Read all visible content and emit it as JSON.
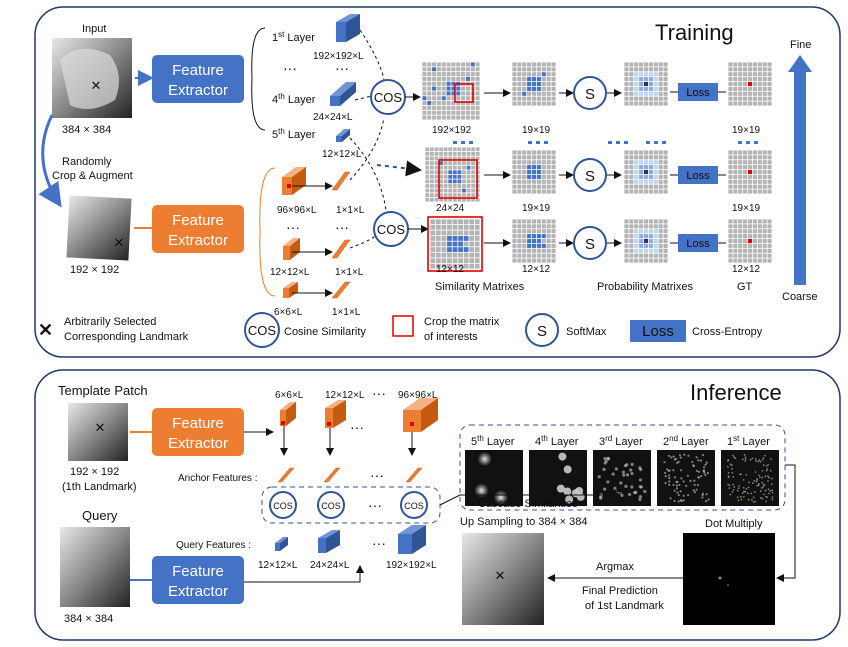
{
  "training": {
    "title": "Training",
    "input_label": "Input",
    "input_size": "384 × 384",
    "crop_label_1": "Randomly",
    "crop_label_2": "Crop & Augment",
    "crop_size": "192 × 192",
    "feature_extractor_1": "Feature",
    "feature_extractor_2": "Extractor",
    "layers": [
      {
        "name_base": "1",
        "name_sup": "st",
        "name_rest": " Layer",
        "size": "192×192×L"
      },
      {
        "name_base": "4",
        "name_sup": "th",
        "name_rest": " Layer",
        "size": "24×24×L"
      },
      {
        "name_base": "5",
        "name_sup": "th",
        "name_rest": " Layer",
        "size": "12×12×L"
      }
    ],
    "crop_feature_sizes": [
      "96×96×L",
      "12×12×L",
      "6×6×L"
    ],
    "anchor_sizes": [
      "1×1×L",
      "1×1×L",
      "1×1×L"
    ],
    "cos": "COS",
    "sim_sizes": [
      "192×192",
      "24×24",
      "12×12"
    ],
    "crop_sizes": [
      "19×19",
      "19×19",
      "12×12"
    ],
    "softmax": "S",
    "loss": "Loss",
    "gt_sizes": [
      "19×19",
      "19×19",
      "12×12"
    ],
    "sim_label": "Similarity Matrixes",
    "prob_label": "Probability Matrixes",
    "gt_label": "GT",
    "fine": "Fine",
    "coarse": "Coarse",
    "ellipsis": "···"
  },
  "legend": {
    "landmark_1": "Arbitrarily Selected",
    "landmark_2": "Corresponding Landmark",
    "cos": "COS",
    "cos_label": "Cosine Similarity",
    "crop_1": "Crop the matrix",
    "crop_2": "of interests",
    "softmax": "S",
    "softmax_label": "SoftMax",
    "loss": "Loss",
    "loss_label": "Cross-Entropy"
  },
  "inference": {
    "title": "Inference",
    "template_label": "Template Patch",
    "template_size": "192 × 192",
    "template_note": "(1th Landmark)",
    "query_label": "Query",
    "query_size": "384 × 384",
    "anchor_features": "Anchor Features :",
    "query_features": "Query Features :",
    "template_feat_sizes": [
      "6×6×L",
      "12×12×L",
      "96×96×L"
    ],
    "query_feat_sizes": [
      "12×12×L",
      "24×24×L",
      "192×192×L"
    ],
    "layer_maps": [
      {
        "base": "5",
        "sup": "th",
        "rest": " Layer"
      },
      {
        "base": "4",
        "sup": "th",
        "rest": " Layer"
      },
      {
        "base": "3",
        "sup": "rd",
        "rest": " Layer"
      },
      {
        "base": "2",
        "sup": "nd",
        "rest": " Layer"
      },
      {
        "base": "1",
        "sup": "st",
        "rest": " Layer"
      }
    ],
    "cascade": "Cascade Similarities",
    "upsample": "Up Sampling to 384 × 384",
    "dot_multiply": "Dot Multiply",
    "argmax": "Argmax",
    "final_1": "Final Prediction",
    "final_2": "of 1st Landmark"
  },
  "colors": {
    "blue": "#4472c4",
    "blue_dark": "#2f5597",
    "orange": "#ed7d31",
    "orange_dark": "#c55a11",
    "red": "#e00000",
    "grid": "#a6a6a6",
    "frame": "#1f3864"
  }
}
